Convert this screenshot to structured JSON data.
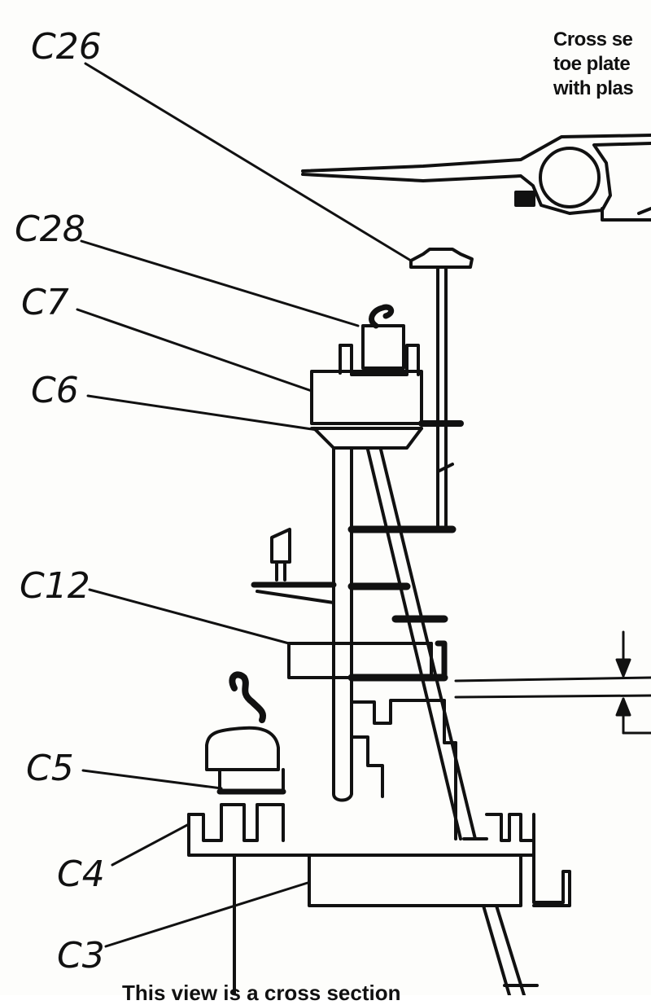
{
  "header_note": {
    "line1": "Cross se",
    "line2": "toe plate",
    "line3": "with plas"
  },
  "footer_note": "This view is a cross section",
  "callouts": {
    "c26": "C26",
    "c28": "C28",
    "c7": "C7",
    "c6": "C6",
    "c12": "C12",
    "c5": "C5",
    "c4": "C4",
    "c3": "C3"
  },
  "colors": {
    "ink": "#111111",
    "paper": "#fdfdfb"
  }
}
